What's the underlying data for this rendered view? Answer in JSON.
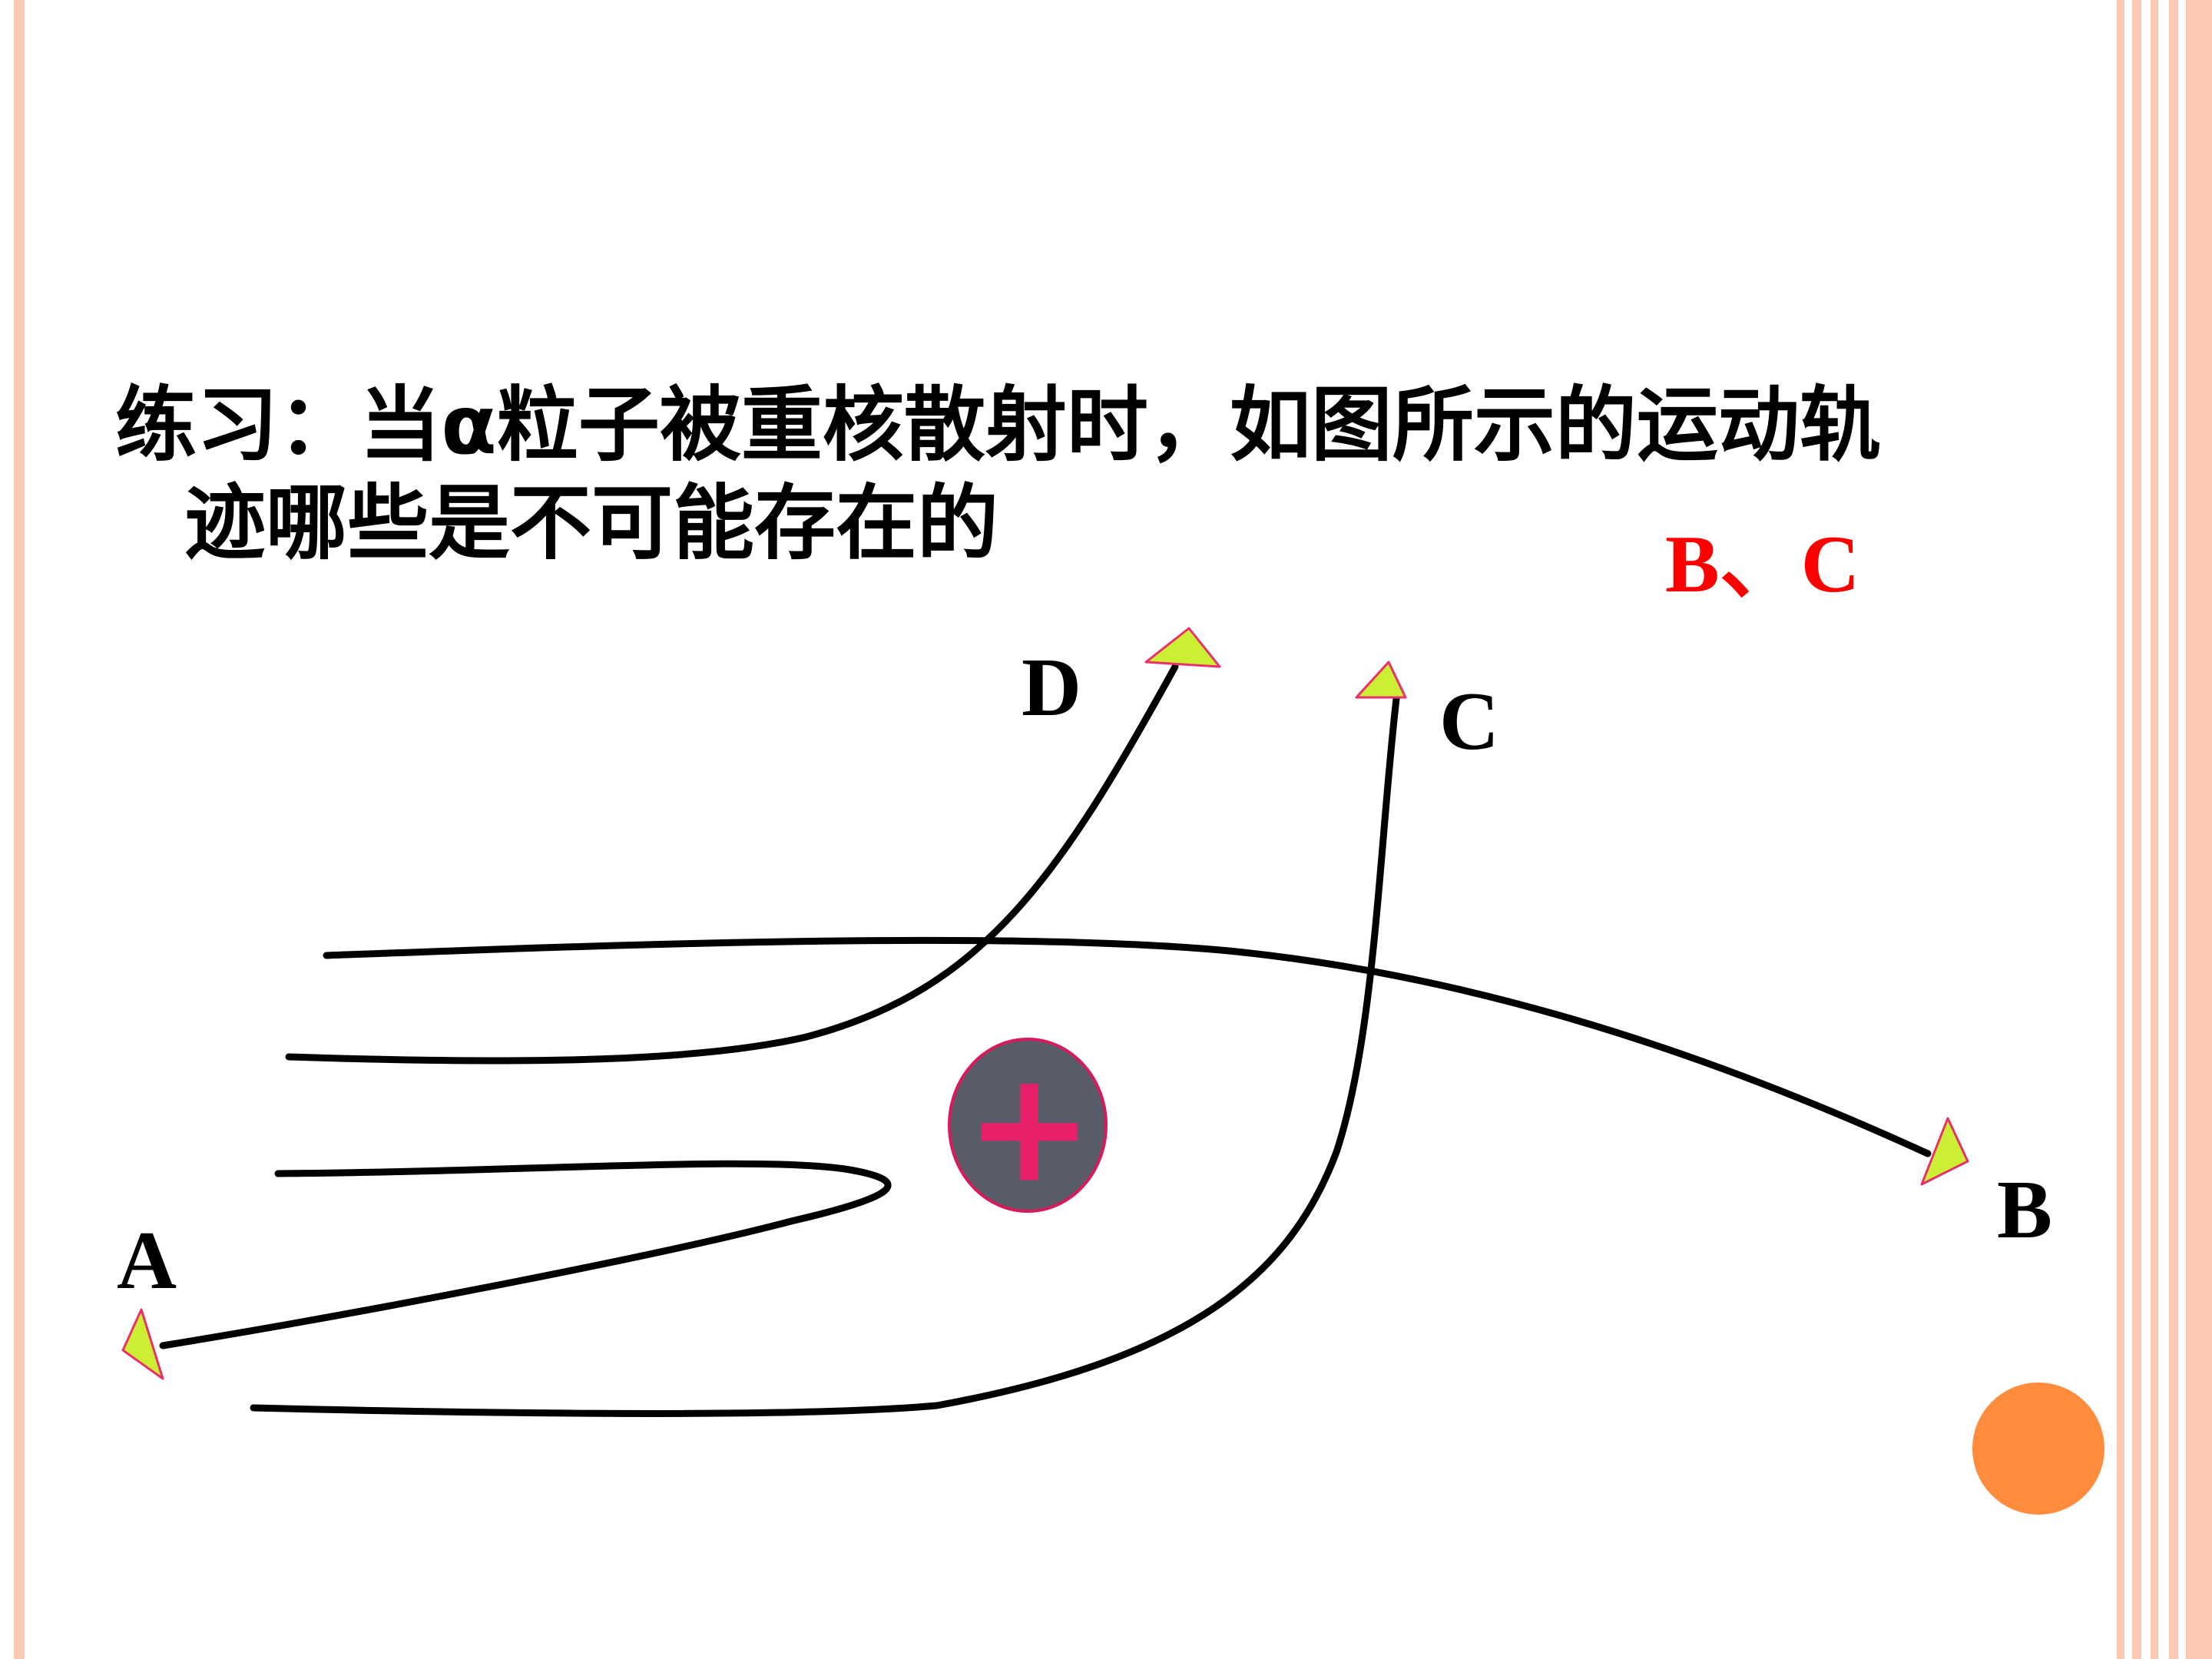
{
  "slide": {
    "question": {
      "line1": "练习：当α粒子被重核散射时，如图所示的运动轨",
      "line2": "迹哪些是不可能存在的"
    },
    "answer": "B、C"
  },
  "diagram": {
    "nucleus_symbol": "+",
    "trajectories": [
      {
        "id": "A",
        "label": "A"
      },
      {
        "id": "B",
        "label": "B"
      },
      {
        "id": "C",
        "label": "C"
      },
      {
        "id": "D",
        "label": "D"
      }
    ]
  },
  "colors": {
    "page_background": "#ffffff",
    "border_stripe": "#fbc8b4",
    "trajectory": "#000000",
    "arrowhead_fill": "#ccee33",
    "arrowhead_outline": "#e8306a",
    "nucleus_fill": "#585c68",
    "nucleus_outline": "#d81a5a",
    "nucleus_symbol": "#e8206a",
    "answer_text": "#ff0000",
    "decoration_circle": "#ff8c3c"
  }
}
